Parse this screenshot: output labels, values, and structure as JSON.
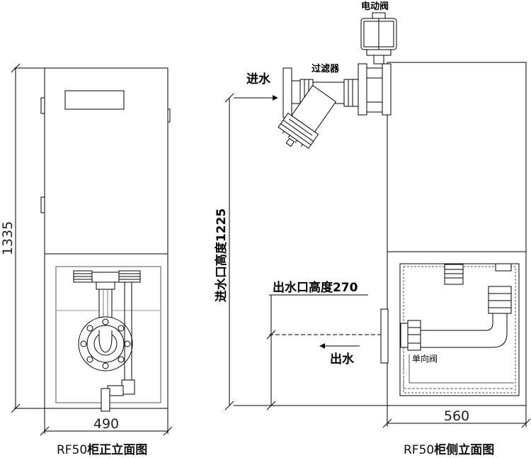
{
  "front_view": {
    "height_dim": "1335",
    "width_dim": "490",
    "caption_model": "RF50",
    "caption_text": "柜正立面图"
  },
  "side_view": {
    "width_dim": "560",
    "inlet_height": "进水口高度1225",
    "outlet_height": "出水口高度270",
    "inlet_label": "进水",
    "outlet_label": "出水",
    "filter_label": "过滤器",
    "valve_label": "电动阀",
    "check_valve_label": "单向阀",
    "caption_model": "RF50",
    "caption_text": "柜侧立面图"
  }
}
